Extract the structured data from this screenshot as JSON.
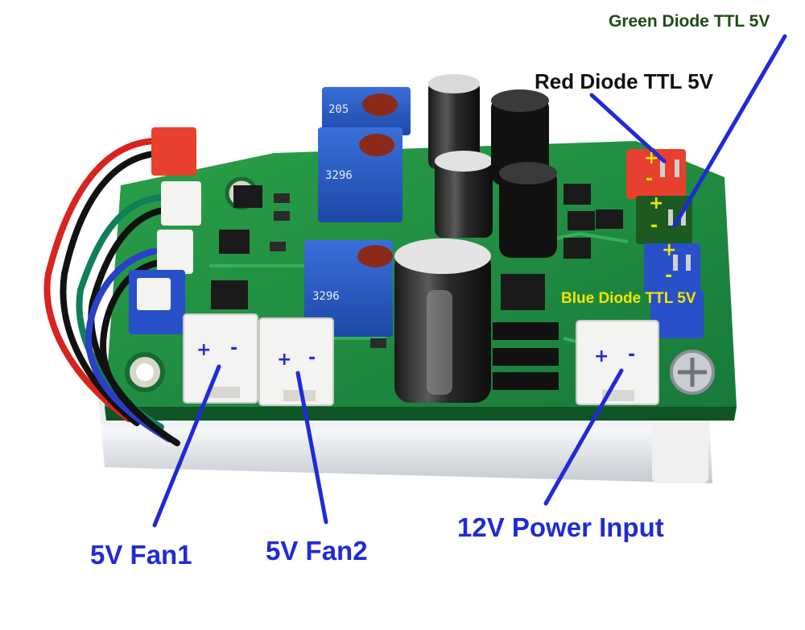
{
  "labels": {
    "green_diode": "Green Diode TTL 5V",
    "red_diode": "Red Diode TTL 5V",
    "blue_diode": "Blue Diode TTL 5V",
    "fan1": "5V Fan1",
    "fan2": "5V Fan2",
    "power": "12V Power Input"
  },
  "polarity": {
    "plus": "+",
    "minus": "-"
  },
  "colors": {
    "pcb": "#1f8a3a",
    "pcb_dark": "#0f5f26",
    "annotation_blue": "#1f2bd6",
    "green_label": "#1d4d12",
    "red_label": "#111111",
    "blue_label": "#f2e600",
    "red_connector": "#e8402e",
    "blue_connector": "#2850c8",
    "white_connector": "#f3f3f1"
  }
}
